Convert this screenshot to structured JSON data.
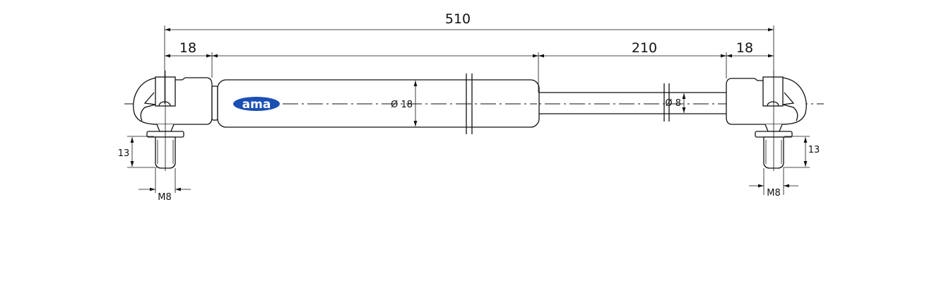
{
  "drawing": {
    "logo_text": "ama",
    "logo_color": "#1a4fb4",
    "dimensions": {
      "overall_length": "510",
      "left_end_length": "18",
      "stroke": "210",
      "right_end_length": "18",
      "cylinder_diameter": "Ø 18",
      "rod_diameter": "Ø 8",
      "left_stud_length": "13",
      "right_stud_length": "13",
      "left_thread": "M8",
      "right_thread": "M8"
    }
  }
}
